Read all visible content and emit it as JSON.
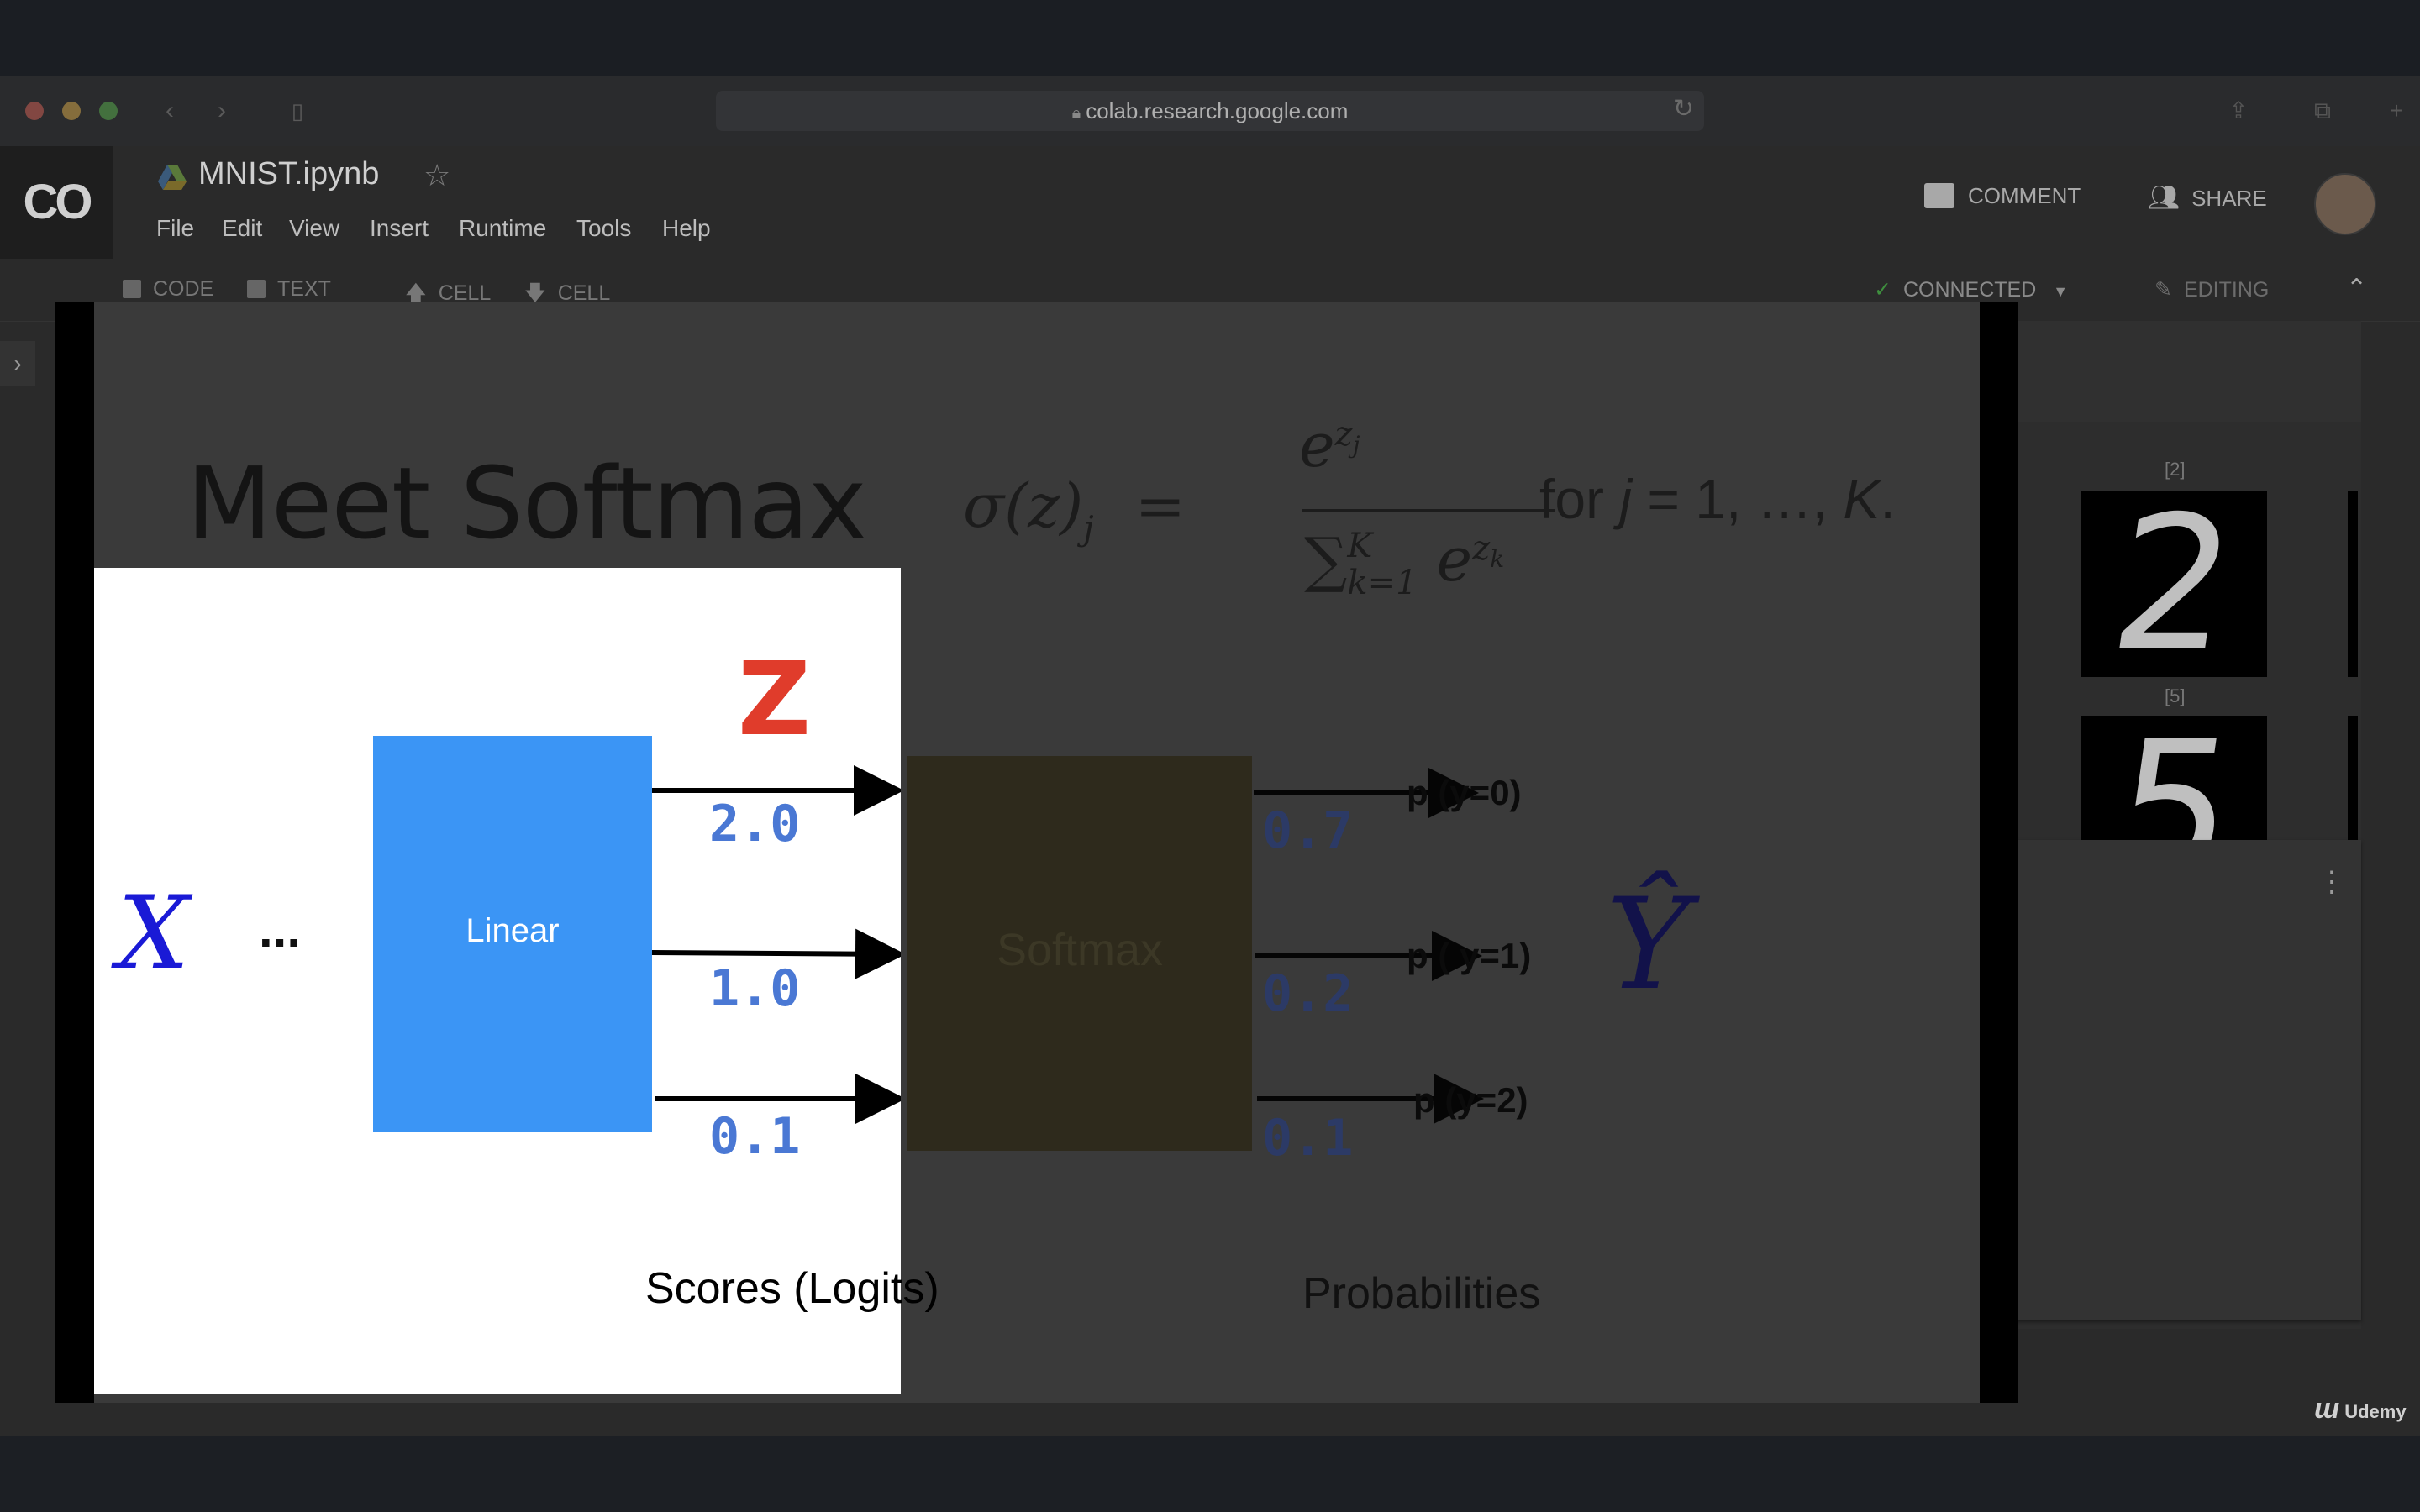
{
  "browser": {
    "url": "colab.research.google.com",
    "traffic_lights": [
      "#ed6a5e",
      "#f5bf4f",
      "#61c554"
    ]
  },
  "colab": {
    "logo": "CO",
    "notebook_title": "MNIST.ipynb",
    "menu": [
      "File",
      "Edit",
      "View",
      "Insert",
      "Runtime",
      "Tools",
      "Help"
    ],
    "comment_label": "COMMENT",
    "share_label": "SHARE",
    "toolbar": {
      "code_label": "CODE",
      "text_label": "TEXT",
      "cell_up_label": "CELL",
      "cell_down_label": "CELL",
      "connected_label": "CONNECTED",
      "editing_label": "EDITING"
    },
    "digits": [
      {
        "label": "[2]",
        "digit": "2"
      },
      {
        "label": "[5]",
        "digit": "5"
      }
    ]
  },
  "slide": {
    "title": "Meet Softmax",
    "formula_lhs": "σ(z)",
    "formula_sub": "j",
    "formula_eq": "=",
    "formula_num_base": "e",
    "formula_num_exp": "z",
    "formula_num_exp_sub": "j",
    "formula_den_sum": "∑",
    "formula_den_sup": "K",
    "formula_den_sub": "k=1",
    "formula_den_base": "e",
    "formula_den_exp": "z",
    "formula_den_exp_sub": "k",
    "formula_for_prefix": "for ",
    "formula_for_var": "j",
    "formula_for_mid": " = 1, …, ",
    "formula_for_K": "K",
    "formula_for_end": ".",
    "input_symbol": "X",
    "ellipsis": "...",
    "linear_label": "Linear",
    "z_label": "Z",
    "logits": [
      "2.0",
      "1.0",
      "0.1"
    ],
    "softmax_label": "Softmax",
    "probs": [
      "0.7",
      "0.2",
      "0.1"
    ],
    "prob_labels": [
      "p (y=0)",
      "p ( y=1)",
      "p (y=2)"
    ],
    "yhat_symbol": "Ŷ",
    "scores_label": "Scores (Logits)",
    "probabilities_label": "Probabilities",
    "colors": {
      "linear": "#3b95f5",
      "z": "#e03c2b",
      "logits": "#4a78d4",
      "x_symbol": "#1a1ad6",
      "probs": "#2c3a66"
    }
  },
  "watermark": "Udemy"
}
